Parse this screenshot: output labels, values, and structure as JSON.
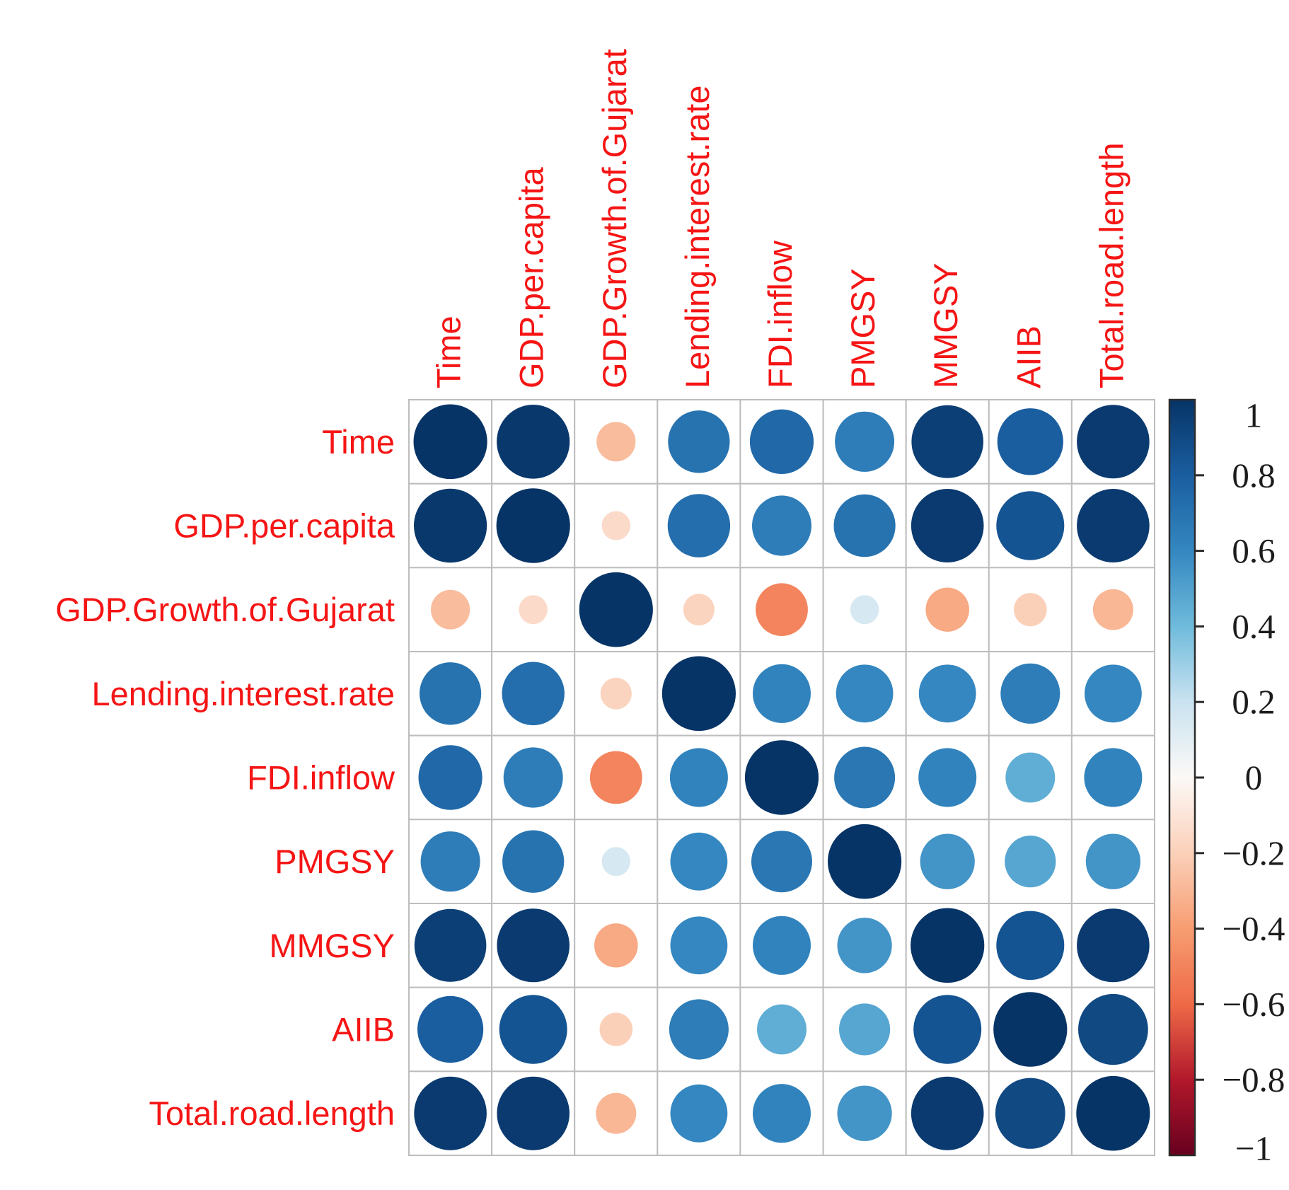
{
  "figure": {
    "kind": "correlation circle matrix (corrplot style)",
    "background": "#ffffff"
  },
  "chart_data": {
    "type": "heatmap",
    "subtype": "correlation-circle-matrix",
    "title": "",
    "variables": [
      "Time",
      "GDP.per.capita",
      "GDP.Growth.of.Gujarat",
      "Lending.interest.rate",
      "FDI.inflow",
      "PMGSY",
      "MMGSY",
      "AIIB",
      "Total.road.length"
    ],
    "matrix": [
      [
        1.0,
        0.98,
        -0.28,
        0.7,
        0.75,
        0.65,
        0.95,
        0.8,
        0.97
      ],
      [
        0.98,
        1.0,
        -0.15,
        0.72,
        0.65,
        0.7,
        0.97,
        0.85,
        0.97
      ],
      [
        -0.28,
        -0.15,
        1.0,
        -0.18,
        -0.5,
        0.15,
        -0.35,
        -0.2,
        -0.3
      ],
      [
        0.7,
        0.72,
        -0.18,
        1.0,
        0.62,
        0.6,
        0.6,
        0.65,
        0.6
      ],
      [
        0.75,
        0.65,
        -0.5,
        0.62,
        1.0,
        0.68,
        0.62,
        0.45,
        0.62
      ],
      [
        0.65,
        0.7,
        0.15,
        0.6,
        0.68,
        1.0,
        0.55,
        0.48,
        0.55
      ],
      [
        0.95,
        0.97,
        -0.35,
        0.6,
        0.62,
        0.55,
        1.0,
        0.85,
        0.97
      ],
      [
        0.8,
        0.85,
        -0.2,
        0.65,
        0.45,
        0.48,
        0.85,
        1.0,
        0.9
      ],
      [
        0.97,
        0.97,
        -0.3,
        0.6,
        0.62,
        0.55,
        0.97,
        0.9,
        1.0
      ]
    ],
    "value_range": [
      -1,
      1
    ],
    "colorbar": {
      "position": "right",
      "tick_labels": [
        "1",
        "0.8",
        "0.6",
        "0.4",
        "0.2",
        "0",
        "−0.2",
        "−0.4",
        "−0.6",
        "−0.8",
        "−1"
      ],
      "tick_values": [
        1,
        0.8,
        0.6,
        0.4,
        0.2,
        0,
        -0.2,
        -0.4,
        -0.6,
        -0.8,
        -1
      ]
    },
    "palette_stops": [
      {
        "v": -1.0,
        "c": "#67001F"
      },
      {
        "v": -0.8,
        "c": "#B2182B"
      },
      {
        "v": -0.6,
        "c": "#EE6A47"
      },
      {
        "v": -0.4,
        "c": "#F79D72"
      },
      {
        "v": -0.2,
        "c": "#FBD0B9"
      },
      {
        "v": 0.0,
        "c": "#FCF9F7"
      },
      {
        "v": 0.2,
        "c": "#C9E2F0"
      },
      {
        "v": 0.4,
        "c": "#6FBBDC"
      },
      {
        "v": 0.6,
        "c": "#3487C0"
      },
      {
        "v": 0.8,
        "c": "#1A5EA0"
      },
      {
        "v": 1.0,
        "c": "#073466"
      }
    ],
    "colors": {
      "variable_label": "#f51515",
      "colorbar_tick_label": "#1c1c1c",
      "grid_line": "#bdbdbd",
      "colorbar_border": "#2b2b2b"
    },
    "layout_hints": {
      "grid": "on",
      "diagonal": "self-correlation = 1",
      "circle_area_scales_with": "absolute correlation"
    }
  }
}
